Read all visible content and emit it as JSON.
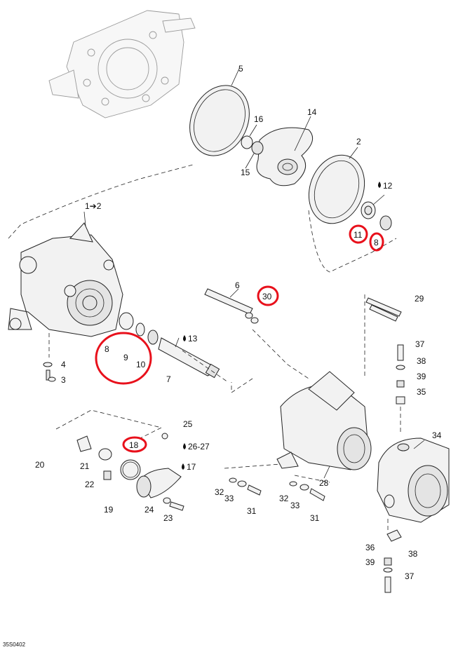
{
  "labels": {
    "p5": "5",
    "p14": "14",
    "p16": "16",
    "p15": "15",
    "p2": "2",
    "p12": "12",
    "p11": "11",
    "p8a": "8",
    "p1to2": "1➔2",
    "p6": "6",
    "p30": "30",
    "p29": "29",
    "p13": "13",
    "p8b": "8",
    "p9": "9",
    "p10": "10",
    "p7": "7",
    "p4": "4",
    "p3": "3",
    "p37a": "37",
    "p38a": "38",
    "p39a": "39",
    "p35": "35",
    "p34": "34",
    "p25": "25",
    "p18": "18",
    "p2627": "26-27",
    "p17": "17",
    "p20": "20",
    "p21": "21",
    "p22": "22",
    "p19": "19",
    "p24": "24",
    "p23": "23",
    "p28": "28",
    "p32a": "32",
    "p33a": "33",
    "p31a": "31",
    "p32b": "32",
    "p33b": "33",
    "p31b": "31",
    "p36": "36",
    "p38b": "38",
    "p39b": "39",
    "p37b": "37"
  },
  "diagram_code": "35S0402",
  "highlight_color": "#e8101b"
}
